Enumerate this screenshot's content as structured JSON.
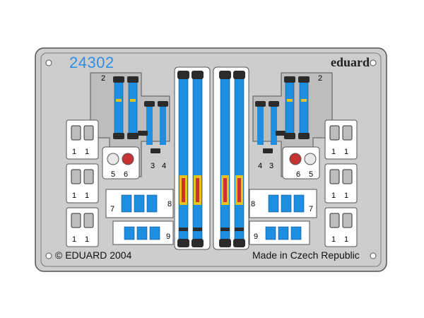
{
  "sheet": {
    "product_code": "24302",
    "brand": "eduard",
    "copyright": "© EDUARD 2004",
    "origin": "Made in Czech Republic"
  },
  "part_numbers": {
    "p1": "1",
    "p2": "2",
    "p3": "3",
    "p4": "4",
    "p5": "5",
    "p6": "6",
    "p7": "7",
    "p8": "8",
    "p9": "9"
  },
  "colors": {
    "fret": "#cdcdcd",
    "frame_line": "#555555",
    "belt_blue": "#1e8fe0",
    "buckle_dark": "#2b2b2b",
    "accent_red": "#c83232",
    "accent_yellow": "#e6c21e",
    "code_text": "#2f8fe6"
  }
}
